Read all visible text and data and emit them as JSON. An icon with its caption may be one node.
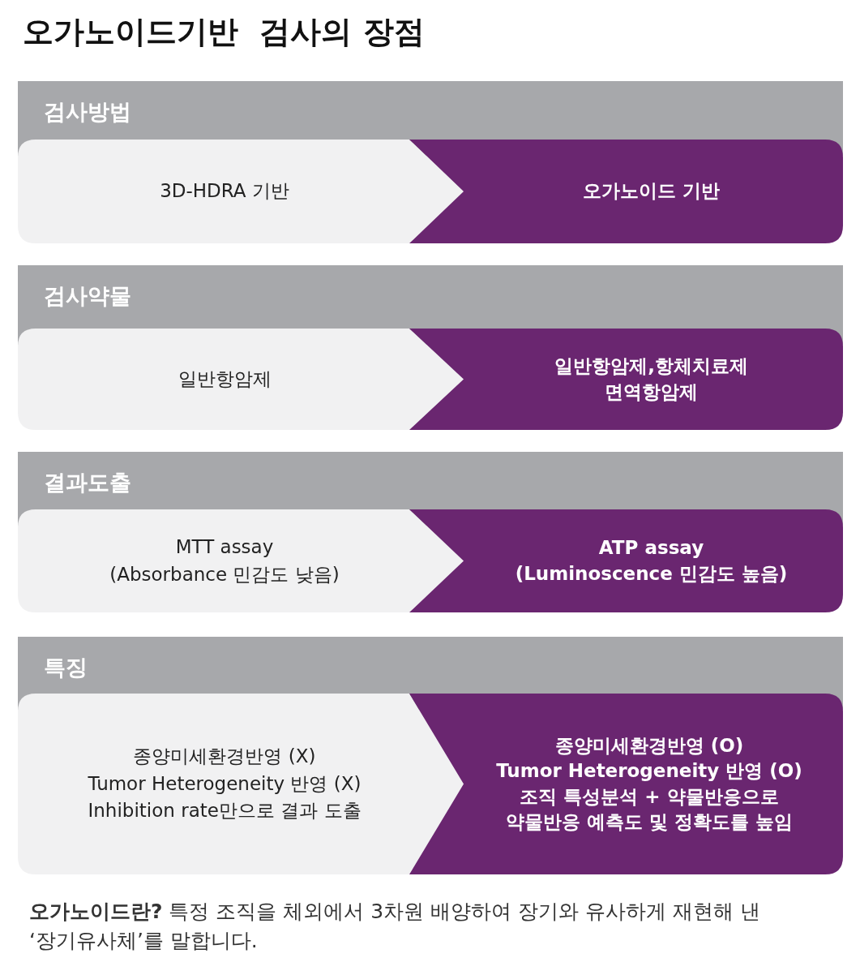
{
  "diagram": {
    "title": "오가노이드기반  검사의 장점",
    "nodes": [
      {
        "text": [
          "검사방법"
        ]
      },
      {
        "text": [
          "3D-HDRA 기반"
        ]
      },
      {
        "text": [
          "오가노이드 기반"
        ]
      },
      {
        "text": [
          "검사약물"
        ]
      },
      {
        "text": [
          "일반항암제"
        ]
      },
      {
        "text": [
          "일반항암제,항체치료제 면역항암제"
        ]
      },
      {
        "text": [
          "결과도출"
        ]
      },
      {
        "text": [
          "MTT assay",
          "(Absorbance 민감도 낮음)"
        ]
      },
      {
        "text": [
          "ATP assay",
          "(Luminoscence 민감도 높음)"
        ]
      },
      {
        "text": [
          "특징"
        ]
      },
      {
        "text": [
          "종양미세환경반영 (X)",
          "Tumor Heterogeneity 반영 (X)",
          "Inhibition rate만으로 결과 도출"
        ]
      },
      {
        "text": [
          "종양미세환경반영 (O)",
          "Tumor Heterogeneity 반영 (O)",
          "조직 특성분석 + 약물반응으로 약물반응 예측도 및 정확도를 높임"
        ]
      }
    ],
    "caption": "**오가노이드란?** 특정 조직을 체외에서 3차원 배양하여 장기와 유사하게 재현해 낸 ‘장기유사체’를 말합니다."
  }
}
